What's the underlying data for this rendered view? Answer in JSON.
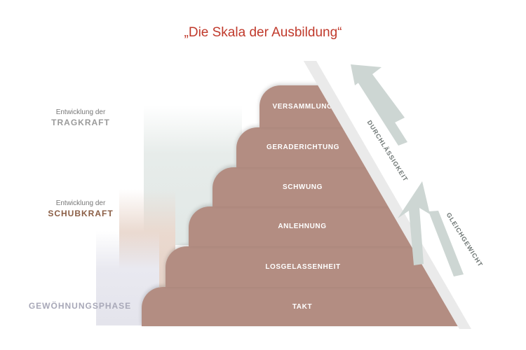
{
  "title": "„Die Skala der Ausbildung“",
  "phases": {
    "tragkraft": {
      "sub": "Entwicklung der",
      "main": "TRAGKRAFT"
    },
    "schubkraft": {
      "sub": "Entwicklung der",
      "main": "SCHUBKRAFT"
    },
    "gewoehnung": {
      "main": "GEWÖHNUNGSPHASE"
    }
  },
  "steps": [
    "VERSAMMLUNG",
    "GERADERICHTUNG",
    "SCHWUNG",
    "ANLEHNUNG",
    "LOSGELASSENHEIT",
    "TAKT"
  ],
  "arrows": {
    "durchlaessigkeit": "DURCHLÄSSIGKEIT",
    "gleichgewicht": "GLEICHGEWICHT"
  },
  "colors": {
    "title": "#c0392b",
    "step": "#b38d82",
    "arrow": "#cdd6d3",
    "schubkraft": "#8b5e45"
  }
}
